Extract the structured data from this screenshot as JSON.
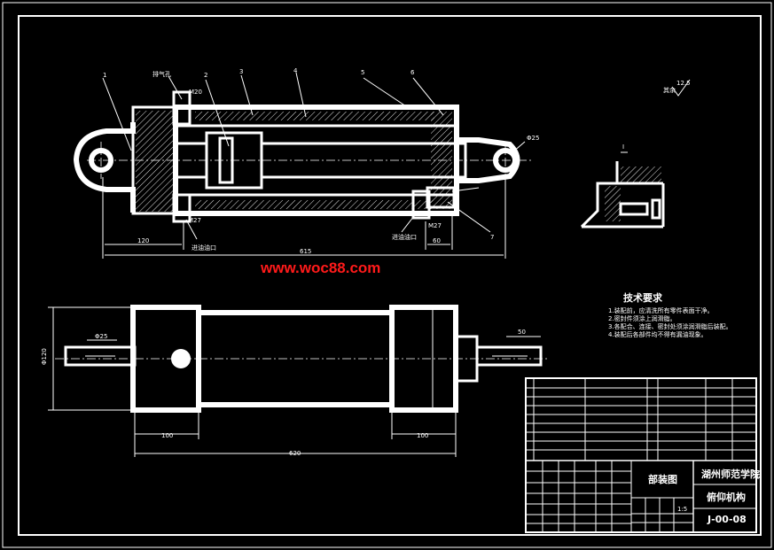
{
  "watermark": "www.woc88.com",
  "leaders": [
    "1",
    "2",
    "3",
    "4",
    "5",
    "6",
    "7"
  ],
  "annotations": {
    "vent": "排气孔",
    "oil_in": "进油油口",
    "oil_out": "进油油口",
    "m20": "M20",
    "m27_left": "M27",
    "m27_right": "M27",
    "phi25_eye": "Φ25",
    "detail_label": "I"
  },
  "dims_front": {
    "d120": "120",
    "d60": "60",
    "d615": "615"
  },
  "dims_top": {
    "phi25": "Φ25",
    "phi120": "Φ120",
    "d50": "50",
    "d100_left": "100",
    "d100_right": "100",
    "d620": "620"
  },
  "roughness": {
    "label": "其余",
    "value": "12.5"
  },
  "tech_req": {
    "title": "技术要求",
    "items": [
      "1.装配前，应清洗所有零件表面干净。",
      "2.密封件须涂上润滑脂。",
      "3.各配合、连接、密封处须涂润滑脂后装配。",
      "4.装配后各部件均不得有漏油现象。"
    ]
  },
  "title_block": {
    "school": "湖州师范学院",
    "drawing_type": "部装图",
    "mechanism": "俯仰机构",
    "drawing_no": "J-00-08",
    "scale": "1:5"
  }
}
